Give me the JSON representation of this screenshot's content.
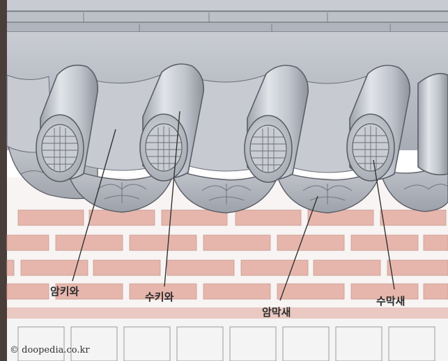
{
  "labels": {
    "amkiwa": "암키와",
    "sukiwa": "수키와",
    "ammaksae": "암막새",
    "sumaksae": "수막새"
  },
  "credit": "© doopedia.co.kr",
  "colors": {
    "background": "#ffffff",
    "left_edge": "#4a3e3a",
    "tile_gray": "#b9bcc4",
    "tile_light": "#d9dce2",
    "tile_dark": "#8e929b",
    "tile_outline": "#5b5e66",
    "brick": "#e6b6ac",
    "brick_mortar": "#f7f4f3",
    "brick_band": "#e9c9c2",
    "stone": "#f4f4f4",
    "stone_line": "#9a9a9a",
    "leader_line": "#333333"
  }
}
